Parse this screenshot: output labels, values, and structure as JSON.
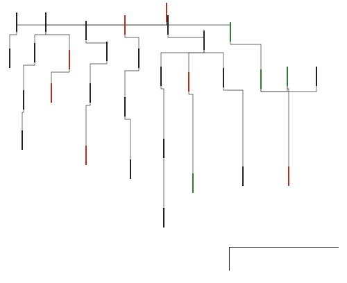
{
  "colors": {
    "line": "#333333",
    "black": "#222222",
    "red": "#b03020",
    "green": "#2e7d32"
  },
  "nodes": [
    {
      "label": "",
      "color": "red"
    },
    {
      "label": "",
      "color": "black"
    },
    {
      "label": "",
      "color": "black"
    },
    {
      "label": "",
      "color": "black"
    },
    {
      "label": "",
      "color": "red"
    },
    {
      "label": "",
      "color": "black"
    },
    {
      "label": "",
      "color": "green"
    },
    {
      "label": "",
      "color": "black"
    },
    {
      "label": "",
      "color": "black"
    },
    {
      "label": "",
      "color": "red"
    },
    {
      "label": "",
      "color": "black"
    },
    {
      "label": "",
      "color": "black"
    },
    {
      "label": "",
      "color": "black"
    },
    {
      "label": "",
      "color": "green"
    },
    {
      "label": "",
      "color": "black"
    },
    {
      "label": "",
      "color": "red"
    },
    {
      "label": "",
      "color": "black"
    },
    {
      "label": "",
      "color": "black"
    },
    {
      "label": "",
      "color": "black"
    },
    {
      "label": "",
      "color": "red"
    },
    {
      "label": "",
      "color": "black"
    },
    {
      "label": "",
      "color": "green"
    },
    {
      "label": "",
      "color": "black"
    },
    {
      "label": "",
      "color": "black"
    },
    {
      "label": "",
      "color": "red"
    },
    {
      "label": "",
      "color": "black"
    },
    {
      "label": "",
      "color": "black"
    },
    {
      "label": "",
      "color": "green"
    },
    {
      "label": "",
      "color": "black"
    },
    {
      "label": "",
      "color": "red"
    },
    {
      "label": "",
      "color": "black"
    }
  ],
  "note": {
    "line1": "",
    "line2": ""
  }
}
